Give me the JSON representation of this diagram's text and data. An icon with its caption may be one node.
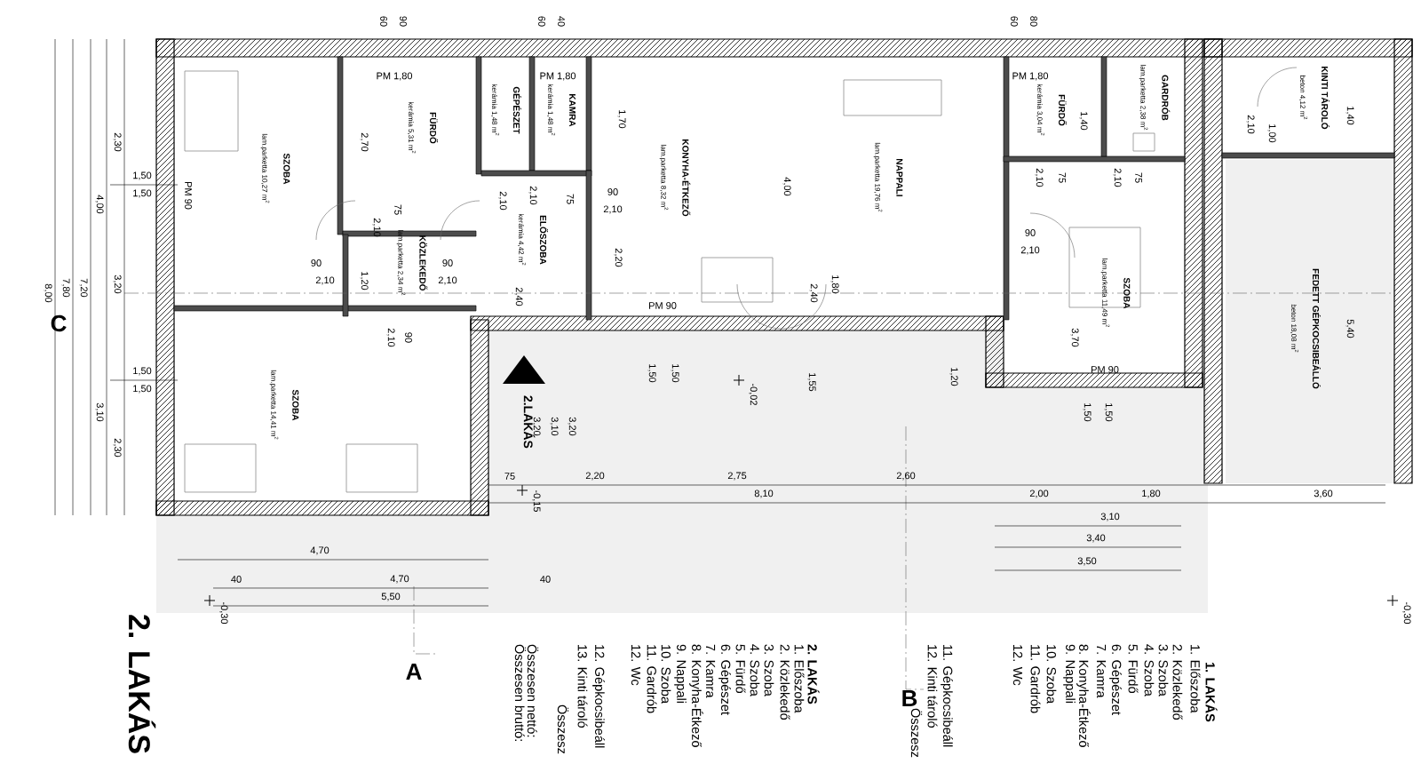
{
  "diagram": {
    "nodes": [
      {
        "text": [
          "SZOBA",
          "lam.parketta 10,27 m$^{2}$"
        ]
      },
      {
        "text": [
          "FÜRDŐ",
          "kerámia 5,31 m$^{2}$"
        ]
      },
      {
        "text": [
          "KÖZLEKEDŐ",
          "lam.parketta 2,34 m$^{2}$"
        ]
      },
      {
        "text": [
          "GÉPÉSZET",
          "kerámia 1,48 m$^{2}$"
        ]
      },
      {
        "text": [
          "KAMRA",
          "kerámia 1,48 m$^{2}$"
        ]
      },
      {
        "text": [
          "ELŐSZOBA",
          "kerámia 4,42 m$^{2}$"
        ]
      },
      {
        "text": [
          "KONYHA-ÉTKEZŐ",
          "lam.parketta 8,32 m$^{2}$"
        ]
      },
      {
        "text": [
          "NAPPALI",
          "lam.parketta 19,76 m$^{2}$"
        ]
      },
      {
        "text": [
          "FÜRDŐ",
          "kerámia 3,04 m$^{2}$"
        ]
      },
      {
        "text": [
          "GARDRÓB",
          "lam.parketta 2,38 m$^{2}$"
        ]
      },
      {
        "text": [
          "KINTI TÁROLÓ",
          "beton 4,12 m$^{2}$"
        ]
      },
      {
        "text": [
          "SZOBA",
          "lam.parketta 11,49 m$^{2}$"
        ]
      },
      {
        "text": [
          "FEDETT GÉPKOCSIBEÁLLÓ",
          "beton 18,08 m$^{2}$"
        ]
      },
      {
        "text": [
          "SZOBA",
          "lam.parketta 14,41 m$^{2}$"
        ]
      }
    ],
    "labels": [
      "60",
      "90",
      "60",
      "40",
      "60",
      "80",
      "2,30",
      "4,00",
      "1,50",
      "1,50",
      "8,00",
      "7,80",
      "7,20",
      "3,20",
      "1,50",
      "1,50",
      "3,10",
      "2,30",
      "PM 1,80",
      "PM 90",
      "2,70",
      "75",
      "2,10",
      "1,20",
      "90",
      "2,10",
      "90",
      "2,10",
      "2,10",
      "90",
      "PM 1,80",
      "1,70",
      "2,10",
      "2,10",
      "75",
      "90",
      "2,10",
      "2,20",
      "PM 90",
      "2,40",
      "4,00",
      "2,40",
      "1,80",
      "PM 1,80",
      "1,40",
      "2,10",
      "75",
      "2,10",
      "75",
      "90",
      "2,10",
      "3,70",
      "2,10",
      "1,00",
      "1,40",
      "5,40",
      "PM 90",
      "1,50",
      "1,50",
      "1,50",
      "1,50",
      "1,55",
      "1,20",
      "3,20",
      "3,10",
      "3,20",
      "-0,02",
      "-0,15",
      "-0,30",
      "-0,30",
      "75",
      "2,20",
      "2,75",
      "8,10",
      "2,60",
      "2,00",
      "1,80",
      "3,60",
      "3,10",
      "3,40",
      "3,50",
      "4,70",
      "40",
      "4,70",
      "5,50",
      "40",
      "C",
      "A",
      "B",
      "2.LAKÁS",
      "2. LAKÁS",
      "Összesen bruttó:",
      "Összesen nettó:",
      "Összesz",
      "13. Kinti tároló",
      "12. Gépkocsibeáll",
      "12. Wc",
      "11. Gardrób",
      "10. Szoba",
      "9. Nappali",
      "8. Konyha-Étkező",
      "7. Kamra",
      "6. Gépészet",
      "5. Fürdő",
      "4. Szoba",
      "3. Szoba",
      "2. Közlekedő",
      "1. Előszoba",
      "2. LAKÁS",
      "Összesz",
      "12. Kinti tároló",
      "11. Gépkocsibeáll",
      "12. Wc",
      "11. Gardrób",
      "10. Szoba",
      "9. Nappali",
      "8. Konyha-Étkező",
      "7. Kamra",
      "6. Gépészet",
      "5. Fürdő",
      "4. Szoba",
      "3. Szoba",
      "2. Közlekedő",
      "1. Előszoba",
      "1. LAKÁS"
    ]
  }
}
